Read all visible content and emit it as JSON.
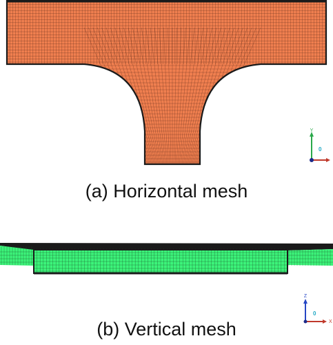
{
  "panels": [
    {
      "caption": "(a) Horizontal mesh",
      "mesh_color": "#F07F4F",
      "line_color": "#5a2a1a",
      "triad": {
        "up": "Y",
        "right": "X",
        "center": "0",
        "up_color": "#2aa84a",
        "right_color": "#c0392b",
        "center_color": "#1fa8c4"
      }
    },
    {
      "caption": "(b) Vertical mesh",
      "mesh_color": "#3cf47a",
      "line_color": "#1b4a24",
      "triad": {
        "up": "Z",
        "right": "X",
        "center": "0",
        "up_color": "#2546c4",
        "right_color": "#c0392b",
        "center_color": "#1fa8c4"
      }
    }
  ]
}
